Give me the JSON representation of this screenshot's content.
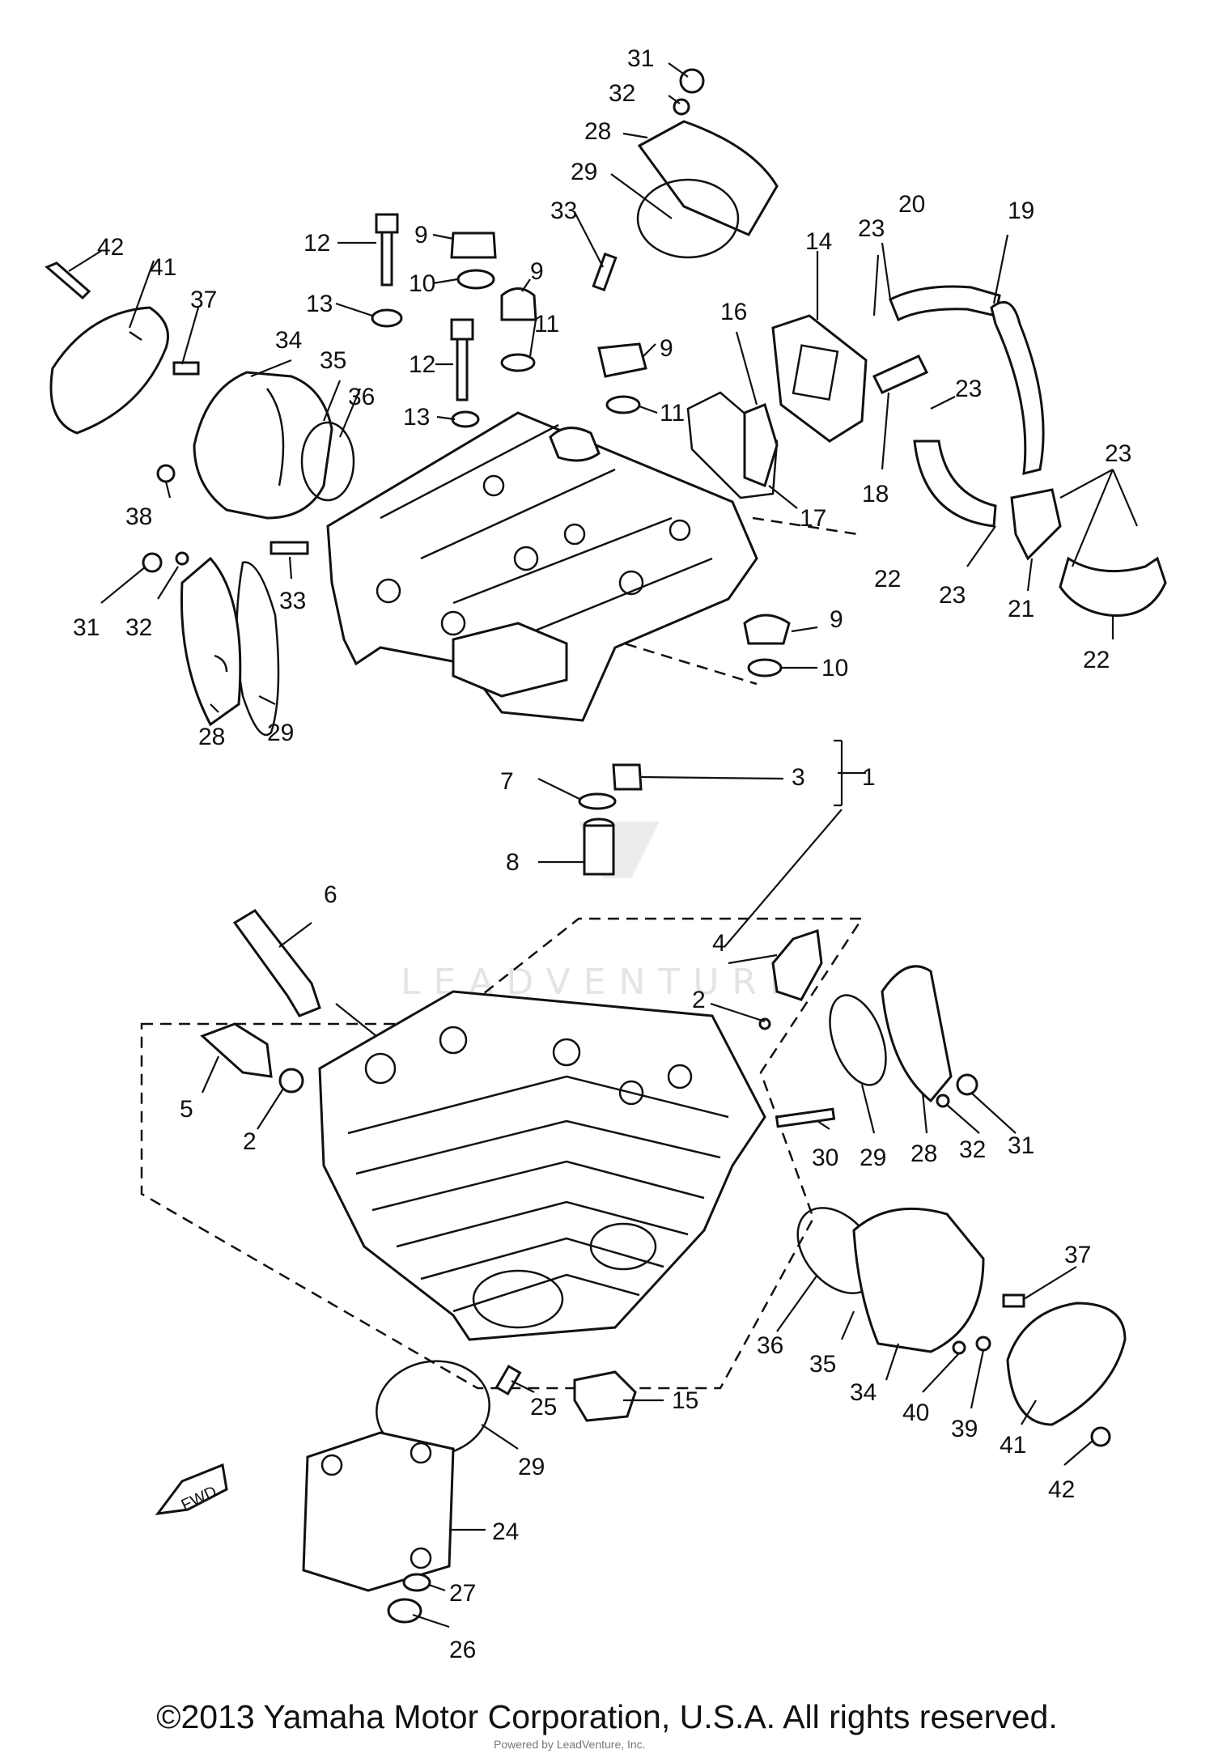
{
  "diagram": {
    "watermark": "LEADVENTURE",
    "direction_badge": "FWD",
    "copyright": "©2013 Yamaha Motor Corporation, U.S.A. All rights reserved.",
    "footer_small": "Powered by LeadVenture, Inc.",
    "callouts": {
      "c31a": "31",
      "c32a": "32",
      "c28a": "28",
      "c29a": "29",
      "c33a": "33",
      "c42a": "42",
      "c41a": "41",
      "c37a": "37",
      "c12a": "12",
      "c9a": "9",
      "c10a": "10",
      "c13a": "13",
      "c9b": "9",
      "c11a": "11",
      "c12b": "12",
      "c9c": "9",
      "c11b": "11",
      "c13b": "13",
      "c34a": "34",
      "c35a": "35",
      "c36a": "36",
      "c38": "38",
      "c31b": "31",
      "c32b": "32",
      "c33b": "33",
      "c28b": "28",
      "c29b": "29",
      "c14": "14",
      "c16": "16",
      "c17": "17",
      "c18": "18",
      "c20": "20",
      "c19": "19",
      "c23a": "23",
      "c23b": "23",
      "c23c": "23",
      "c23d": "23",
      "c22a": "22",
      "c21": "21",
      "c22b": "22",
      "c9d": "9",
      "c10b": "10",
      "c3": "3",
      "c1": "1",
      "c7": "7",
      "c8": "8",
      "c6": "6",
      "c4": "4",
      "c2a": "2",
      "c5": "5",
      "c2b": "2",
      "c30": "30",
      "c29c": "29",
      "c28c": "28",
      "c32c": "32",
      "c31c": "31",
      "c37b": "37",
      "c36b": "36",
      "c35b": "35",
      "c34b": "34",
      "c40": "40",
      "c39": "39",
      "c41b": "41",
      "c42b": "42",
      "c15": "15",
      "c25": "25",
      "c29d": "29",
      "c24": "24",
      "c27": "27",
      "c26": "26"
    }
  }
}
